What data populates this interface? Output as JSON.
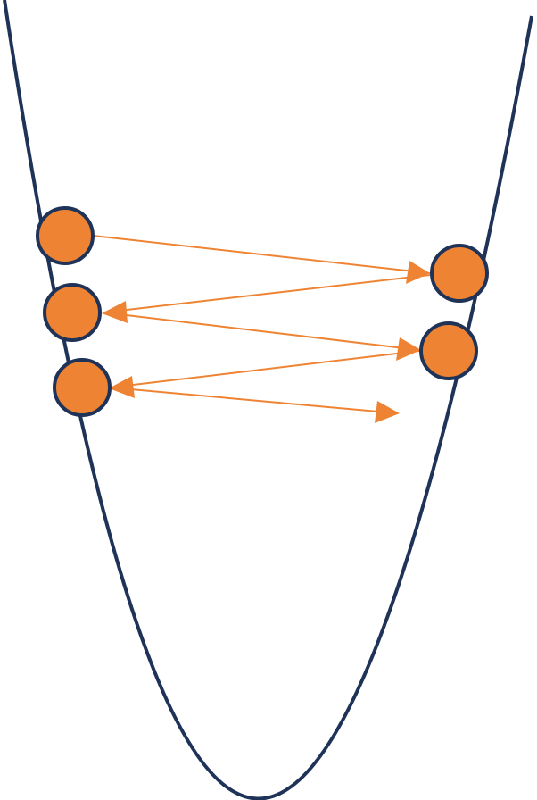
{
  "diagram": {
    "description_visible_text": "",
    "colors": {
      "curve": "#1f3358",
      "ball_fill": "#ee8433",
      "ball_stroke": "#1f3358",
      "arrow": "#ee8433",
      "background": "#ffffff"
    },
    "elements": {
      "curve": "parabola-curve",
      "balls": [
        "ball-1",
        "ball-2",
        "ball-3",
        "ball-4",
        "ball-5"
      ],
      "arrows": [
        "arrow-1",
        "arrow-2",
        "arrow-3",
        "arrow-4",
        "arrow-5"
      ]
    }
  }
}
